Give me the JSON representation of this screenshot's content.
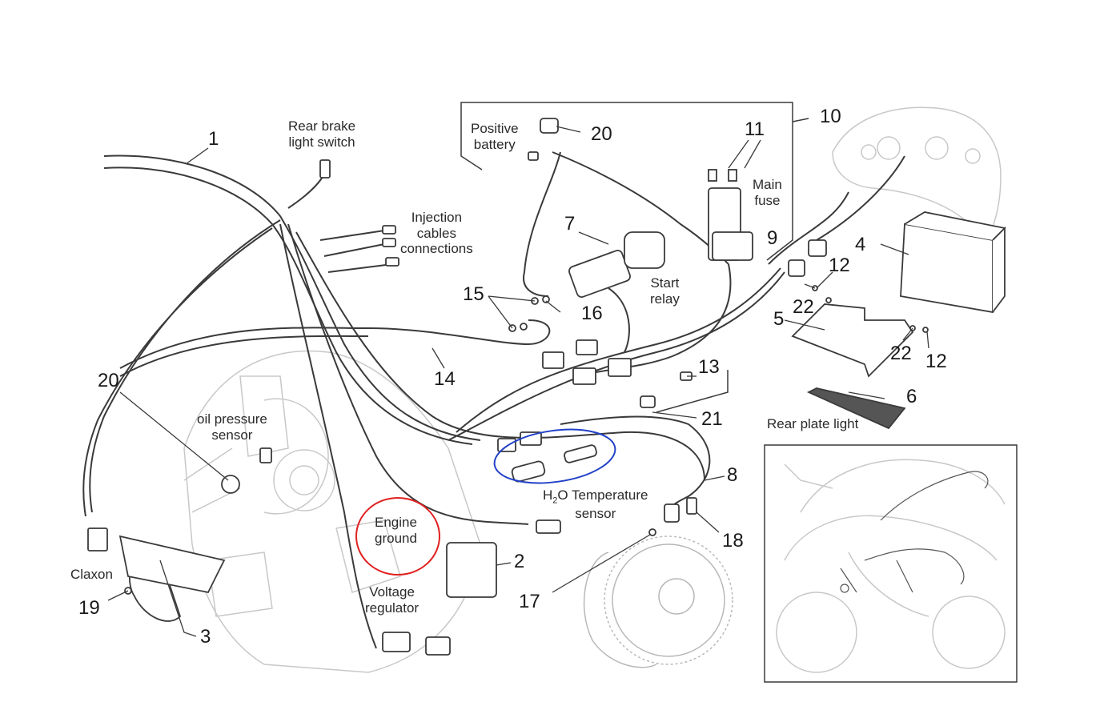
{
  "part_numbers": {
    "n1": "1",
    "n2": "2",
    "n3": "3",
    "n4": "4",
    "n5": "5",
    "n6": "6",
    "n7": "7",
    "n8": "8",
    "n9": "9",
    "n10": "10",
    "n11": "11",
    "n12a": "12",
    "n12b": "12",
    "n13": "13",
    "n14": "14",
    "n15": "15",
    "n16": "16",
    "n17": "17",
    "n18": "18",
    "n19": "19",
    "n20a": "20",
    "n20b": "20",
    "n21": "21",
    "n22a": "22",
    "n22b": "22"
  },
  "labels": {
    "rear_brake": [
      "Rear brake",
      "light switch"
    ],
    "positive_battery": [
      "Positive",
      "battery"
    ],
    "main_fuse": [
      "Main",
      "fuse"
    ],
    "injection": [
      "Injection",
      "cables",
      "connections"
    ],
    "start_relay": [
      "Start",
      "relay"
    ],
    "oil_pressure": [
      "oil pressure",
      "sensor"
    ],
    "rear_plate": "Rear plate light",
    "h2o_prefix": "H",
    "h2o_sub": "2",
    "h2o_suffix": "O Temperature",
    "h2o_line2": "sensor",
    "engine_ground": [
      "Engine",
      "ground"
    ],
    "voltage_regulator": [
      "Voltage",
      "regulator"
    ],
    "claxon": "Claxon"
  },
  "annotations": {
    "red_circle": {
      "color": "#e02020",
      "marks": "Engine ground"
    },
    "blue_circle": {
      "color": "#2040c8",
      "marks": "H2O Temperature sensor"
    }
  },
  "colors": {
    "line": "#3a3a3a",
    "faint": "#c8c8c8",
    "ink": "#1a1a1a"
  }
}
